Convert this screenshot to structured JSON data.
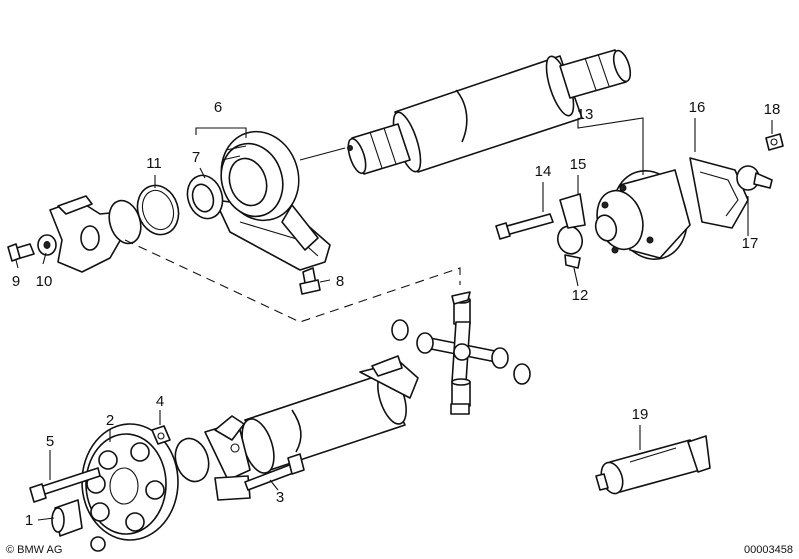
{
  "diagram": {
    "copyright": "© BMW AG",
    "image_code": "00003458",
    "callouts": [
      "1",
      "2",
      "3",
      "4",
      "5",
      "6",
      "7",
      "8",
      "9",
      "10",
      "11",
      "12",
      "13",
      "14",
      "15",
      "16",
      "17",
      "18",
      "19"
    ]
  }
}
